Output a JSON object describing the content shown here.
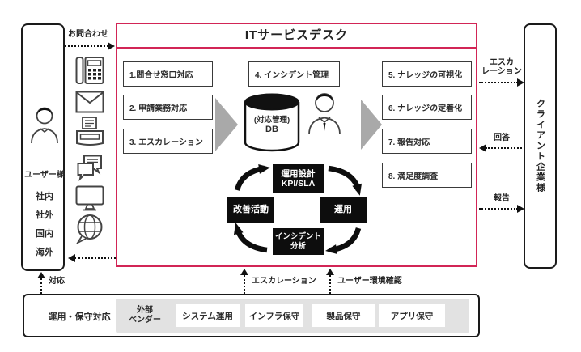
{
  "title": "ITサービスデスク",
  "colors": {
    "accent": "#d22556",
    "box_border": "#3a3a3a",
    "dark": "#111111",
    "gray_arrow": "#a9a9a9",
    "panel_gray": "#e2e2e2"
  },
  "user_panel": {
    "label": "ユーザー様",
    "items": [
      "社内",
      "社外",
      "国内",
      "海外"
    ]
  },
  "channels": [
    "phone-icon",
    "mail-icon",
    "fax-icon",
    "chat-icon",
    "monitor-icon",
    "web-icon"
  ],
  "flows": {
    "inquiry": "お問合わせ",
    "escalation_right_line1": "エスカ",
    "escalation_right_line2": "レーション",
    "answer": "回答",
    "report": "報告",
    "handle": "対応",
    "escalation_bottom": "エスカレーション",
    "env_check": "ユーザー環境確認"
  },
  "service_boxes": [
    "1.問合せ窓口対応",
    "2. 申請業務対応",
    "3. エスカレーション",
    "4. インシデント管理",
    "5. ナレッジの可視化",
    "6. ナレッジの定着化",
    "7. 報告対応",
    "8. 満足度調査"
  ],
  "db": {
    "line1": "(対応管理)",
    "line2": "DB"
  },
  "cycle": {
    "plan_line1": "運用設計",
    "plan_line2": "KPI/SLA",
    "do": "運用",
    "analysis_line1": "インシデント",
    "analysis_line2": "分析",
    "improve": "改善活動"
  },
  "client_panel": {
    "label": "クライアント企業様"
  },
  "maintenance": {
    "label": "運用・保守対応",
    "vendor_line1": "外部",
    "vendor_line2": "ベンダー",
    "items": [
      "システム運用",
      "インフラ保守",
      "製品保守",
      "アプリ保守"
    ]
  }
}
